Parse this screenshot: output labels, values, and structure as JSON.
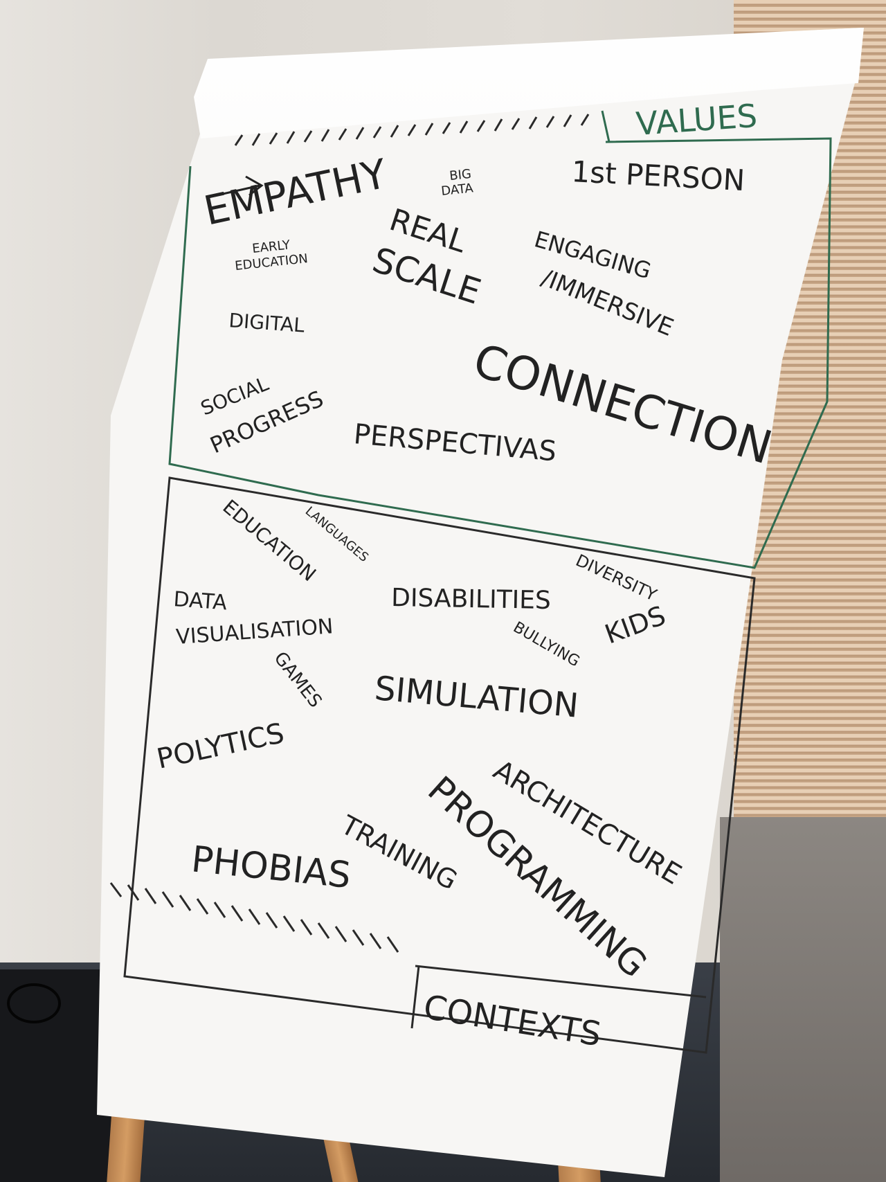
{
  "sections": {
    "values_title": "VALUES",
    "contexts_title": "CONTEXTS"
  },
  "values": {
    "empathy": "EMPATHY",
    "big": "BIG",
    "data": "DATA",
    "first_person": "1st PERSON",
    "early": "EARLY",
    "education": "EDUCATION",
    "real": "REAL",
    "scale": "SCALE",
    "engaging": "ENGAGING",
    "immersive": "/IMMERSIVE",
    "digital": "DIGITAL",
    "connection": "CONNECTION",
    "social": "SOCIAL",
    "progress": "PROGRESS",
    "perspectivas": "PERSPECTIVAS"
  },
  "contexts": {
    "education": "EDUCATION",
    "languages": "LANGUAGES",
    "diversity": "DIVERSITY",
    "data": "DATA",
    "visualisation": "VISUALISATION",
    "disabilities": "DISABILITIES",
    "bullying": "BULLYING",
    "kids": "KIDS",
    "games": "GAMES",
    "simulation": "SIMULATION",
    "polytics": "POLYTICS",
    "architecture": "ARCHITECTURE",
    "programming": "PROGRAMMING",
    "training": "TRAINING",
    "phobias": "PHOBIAS"
  },
  "colors": {
    "ink": "#222222",
    "marker_green": "#2f6b4f"
  }
}
